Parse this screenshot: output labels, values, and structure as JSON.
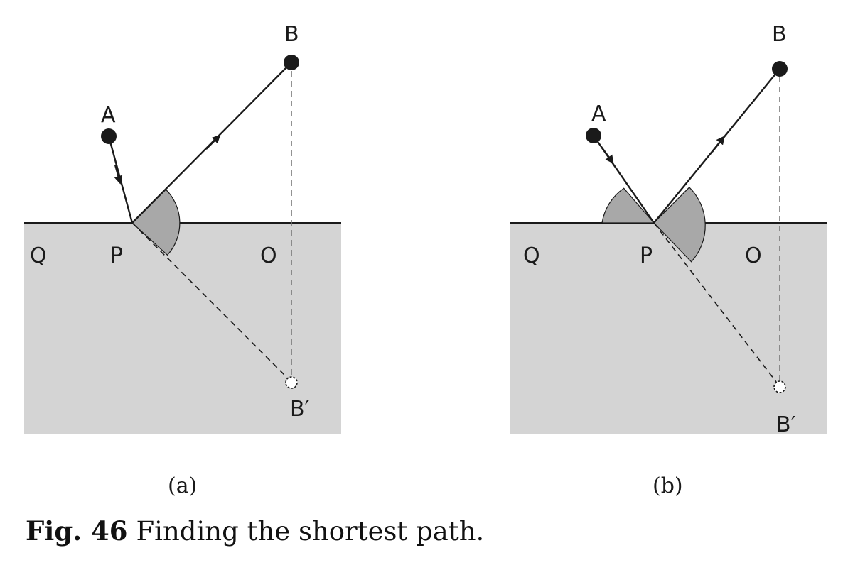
{
  "figure": {
    "panel_a": {
      "labels": {
        "A": "A",
        "B": "B",
        "P": "P",
        "Q": "Q",
        "O": "O",
        "B_prime": "B′"
      },
      "caption": "(a)"
    },
    "panel_b": {
      "labels": {
        "A": "A",
        "B": "B",
        "P": "P",
        "Q": "Q",
        "O": "O",
        "B_prime": "B′"
      },
      "caption": "(b)"
    }
  },
  "caption": {
    "number": "Fig. 46",
    "text": "Finding the shortest path."
  },
  "colors": {
    "medium": "#d4d4d4",
    "angle_fill": "#a8a8a8",
    "ink": "#1a1a1a"
  }
}
